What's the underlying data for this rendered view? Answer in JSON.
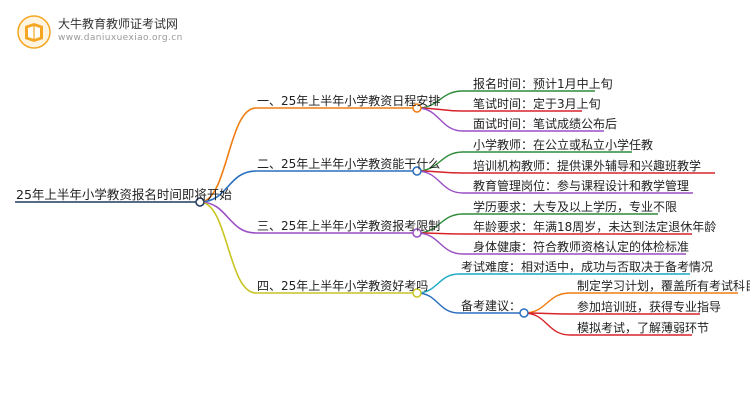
{
  "header": {
    "brand_name": "大牛教育教师证考试网",
    "brand_url": "www.daniuxuexiao.org.cn",
    "logo_icon": "book-shield-icon"
  },
  "mindmap": {
    "root": "25年上半年小学教资报名时间即将开始",
    "branches": [
      {
        "label": "一、25年上半年小学教资日程安排",
        "color": "#f07d12",
        "children": [
          "报名时间：预计1月中上旬",
          "笔试时间：定于3月上旬",
          "面试时间：笔试成绩公布后"
        ],
        "child_colors": [
          "#2e8b3a",
          "#d8232a",
          "#9a4fc4"
        ]
      },
      {
        "label": "二、25年上半年小学教资能干什么",
        "color": "#2a6fbf",
        "children": [
          "小学教师：在公立或私立小学任教",
          "培训机构教师：提供课外辅导和兴趣班教学",
          "教育管理岗位：参与课程设计和教学管理"
        ],
        "child_colors": [
          "#2e8b3a",
          "#d8232a",
          "#9a4fc4"
        ]
      },
      {
        "label": "三、25年上半年小学教资报考限制",
        "color": "#9a4fc4",
        "children": [
          "学历要求：大专及以上学历，专业不限",
          "年龄要求：年满18周岁，未达到法定退休年龄",
          "身体健康：符合教师资格认定的体检标准"
        ],
        "child_colors": [
          "#2e8b3a",
          "#d8232a",
          "#9a4fc4"
        ]
      },
      {
        "label": "四、25年上半年小学教资好考吗",
        "color": "#c9c422",
        "children": [
          "考试难度：相对适中，成功与否取决于备考情况",
          "备考建议："
        ],
        "child_colors": [
          "#19a9c4",
          "#2a6fbf"
        ],
        "sub_children": [
          "制定学习计划，覆盖所有考试科目",
          "参加培训班，获得专业指导",
          "模拟考试，了解薄弱环节"
        ],
        "sub_colors": [
          "#f07d12",
          "#d8232a",
          "#d8232a"
        ]
      }
    ]
  }
}
